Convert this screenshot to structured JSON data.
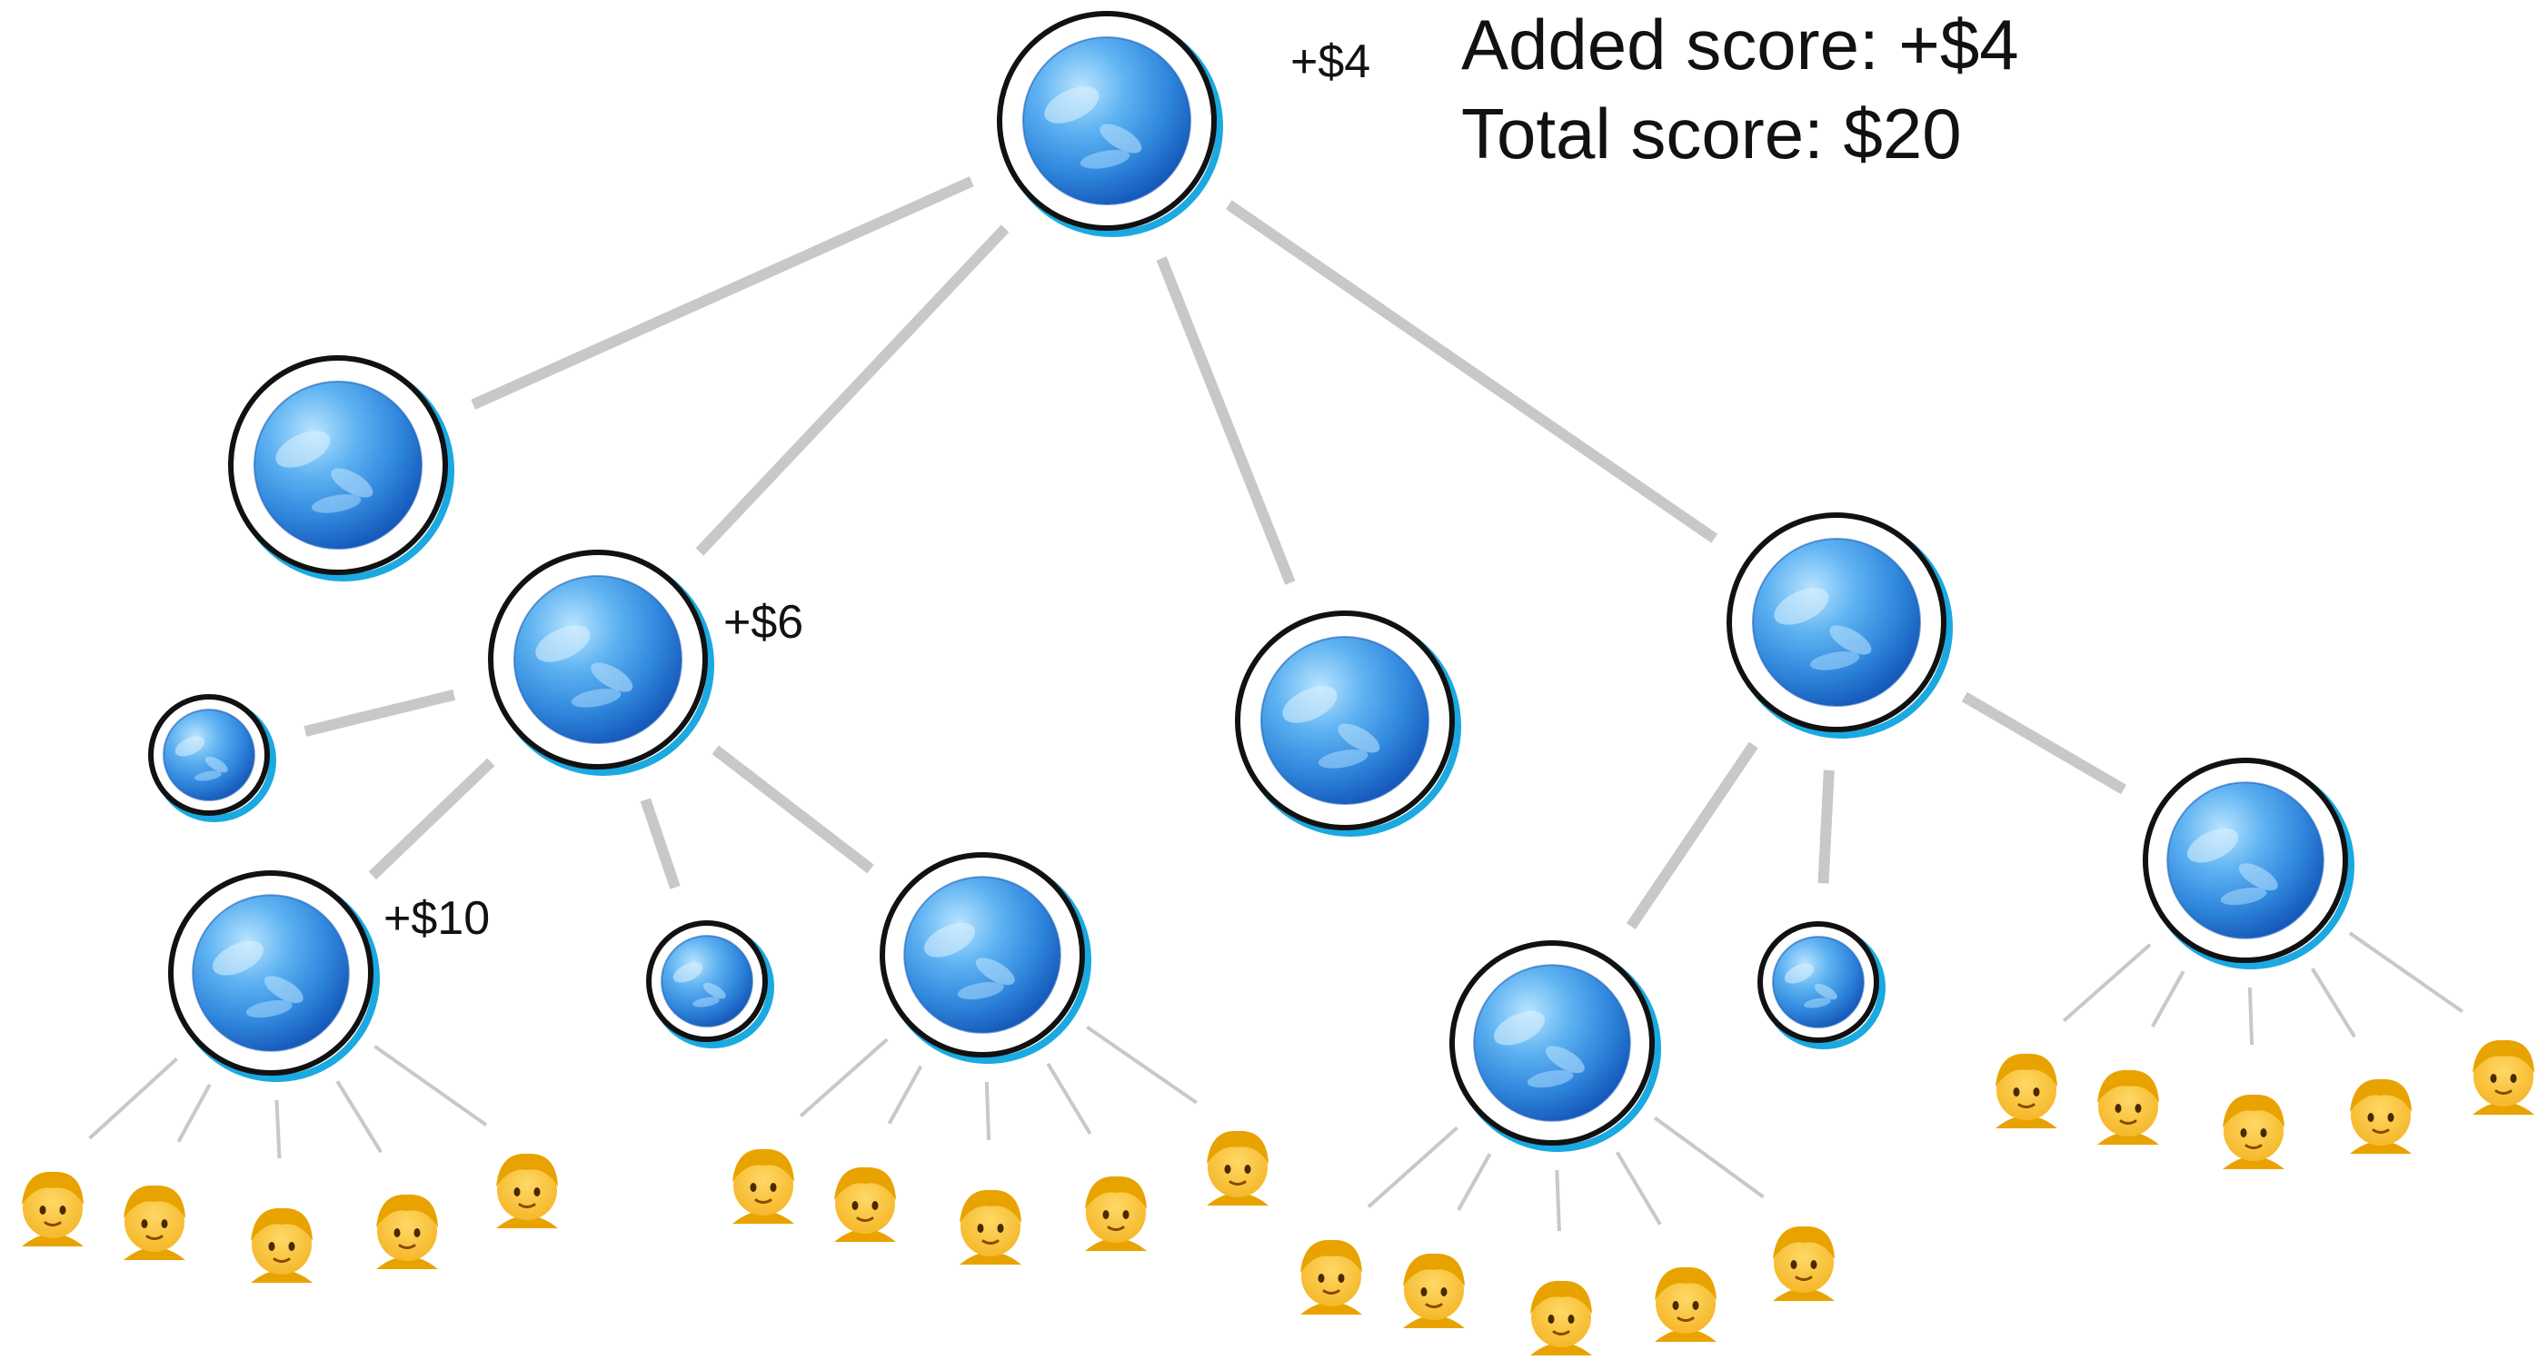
{
  "scoreboard": {
    "added_score": "Added score: +$4",
    "total_score": "Total score: $20"
  },
  "tree": {
    "nodes": [
      {
        "id": "root",
        "kind": "orb",
        "label": "+$4"
      },
      {
        "id": "a1",
        "kind": "orb",
        "label": ""
      },
      {
        "id": "a2",
        "kind": "orb",
        "label": "+$6"
      },
      {
        "id": "a3",
        "kind": "orb",
        "label": ""
      },
      {
        "id": "a4",
        "kind": "orb",
        "label": ""
      },
      {
        "id": "b1",
        "kind": "orb",
        "label": ""
      },
      {
        "id": "b2",
        "kind": "orb",
        "label": "+$10"
      },
      {
        "id": "b3",
        "kind": "orb",
        "label": ""
      },
      {
        "id": "b4",
        "kind": "orb",
        "label": ""
      },
      {
        "id": "c1",
        "kind": "orb",
        "label": ""
      },
      {
        "id": "c2",
        "kind": "orb",
        "label": ""
      },
      {
        "id": "c3",
        "kind": "orb",
        "label": ""
      }
    ],
    "edges": [
      [
        "root",
        "a1"
      ],
      [
        "root",
        "a2"
      ],
      [
        "root",
        "a3"
      ],
      [
        "root",
        "a4"
      ],
      [
        "a2",
        "b1"
      ],
      [
        "a2",
        "b2"
      ],
      [
        "a2",
        "b3"
      ],
      [
        "a2",
        "b4"
      ],
      [
        "a4",
        "c1"
      ],
      [
        "a4",
        "c2"
      ],
      [
        "a4",
        "c3"
      ]
    ],
    "person_groups": [
      {
        "parent": "b2",
        "count": 5,
        "icon": "person-emoji-icon"
      },
      {
        "parent": "b4",
        "count": 5,
        "icon": "person-emoji-icon"
      },
      {
        "parent": "c1",
        "count": 5,
        "icon": "person-emoji-icon"
      },
      {
        "parent": "c3",
        "count": 5,
        "icon": "person-emoji-icon"
      }
    ]
  },
  "colors": {
    "edge_gray": "#c8c8c8",
    "ring_black": "#111111",
    "ring_shadow_blue": "#1aa9e0",
    "orb_light": "#8fd0ff",
    "orb_mid": "#3a8fe0",
    "orb_dark": "#1456b8",
    "person_skin": "#ffc83d",
    "person_hair": "#e8a300"
  }
}
